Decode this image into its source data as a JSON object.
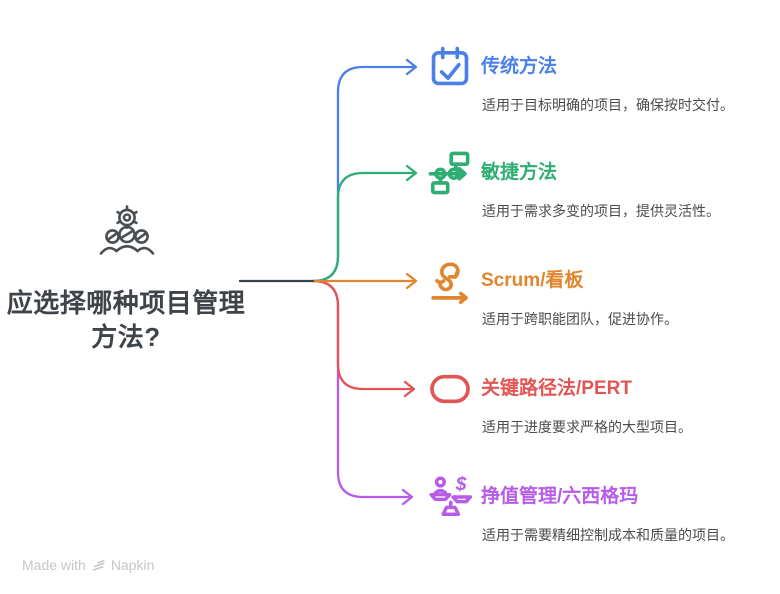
{
  "page": {
    "background": "#ffffff"
  },
  "center": {
    "title": "应选择哪种项目管理方法?",
    "icon": "team-gear-icon",
    "text_color": "#3f444a",
    "icon_color": "#4a4f54",
    "line_color": "#3d4248"
  },
  "branches": [
    {
      "title": "传统方法",
      "description": "适用于目标明确的项目，确保按时交付。",
      "color": "#4b80e6",
      "icon": "calendar-check-icon"
    },
    {
      "title": "敏捷方法",
      "description": "适用于需求多变的项目，提供灵活性。",
      "color": "#2fae73",
      "icon": "workflow-icon"
    },
    {
      "title": "Scrum/看板",
      "description": "适用于跨职能团队，促进协作。",
      "color": "#e0862f",
      "icon": "sprint-loop-icon"
    },
    {
      "title": "关键路径法/PERT",
      "description": "适用于进度要求严格的大型项目。",
      "color": "#e25555",
      "icon": "stadium-node-icon"
    },
    {
      "title": "挣值管理/六西格玛",
      "description": "适用于需要精细控制成本和质量的项目。",
      "color": "#b75ce8",
      "icon": "balance-scale-dollar-icon"
    }
  ],
  "footer": {
    "made_with": "Made with",
    "brand": "Napkin",
    "logo": "napkin-logo-icon",
    "color": "#c6c6c6"
  }
}
